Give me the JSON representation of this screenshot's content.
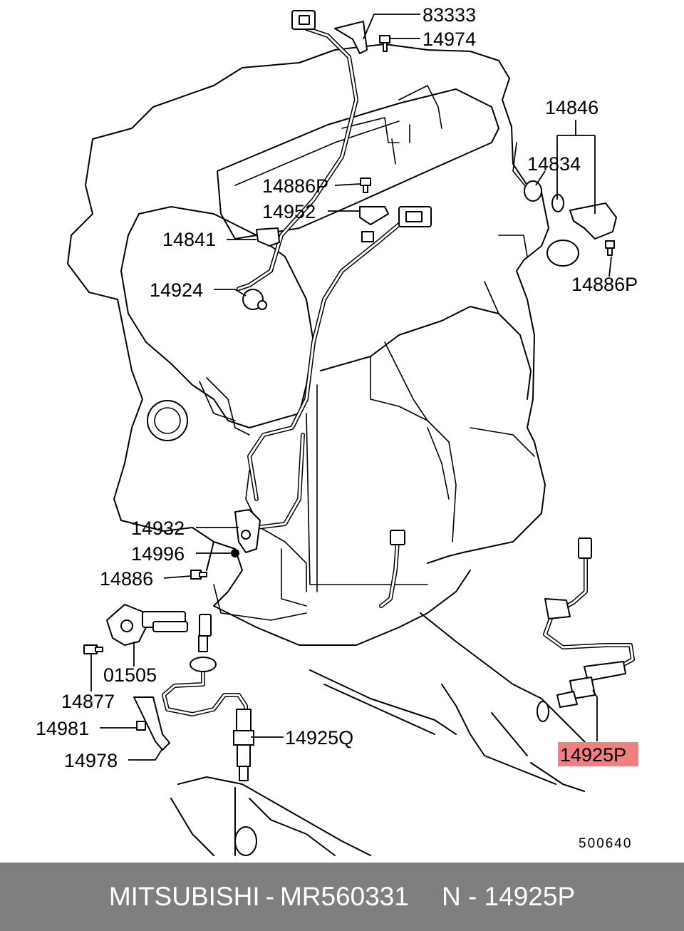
{
  "callouts": {
    "p83333": "83333",
    "p14974": "14974",
    "p14846": "14846",
    "p14834": "14834",
    "p14886P_top": "14886P",
    "p14952": "14952",
    "p14841": "14841",
    "p14924": "14924",
    "p14886P_right": "14886P",
    "p14932": "14932",
    "p14996": "14996",
    "p14886": "14886",
    "p01505": "01505",
    "p14877": "14877",
    "p14981": "14981",
    "p14978": "14978",
    "p14925Q": "14925Q",
    "p14925P": "14925P"
  },
  "highlight": {
    "part": "14925P",
    "color": "#f08080"
  },
  "drawing_number": "500640",
  "footer": {
    "brand": "MITSUBISHI",
    "separator": "-",
    "part_number": "MR560331",
    "note": "N - 14925P"
  }
}
